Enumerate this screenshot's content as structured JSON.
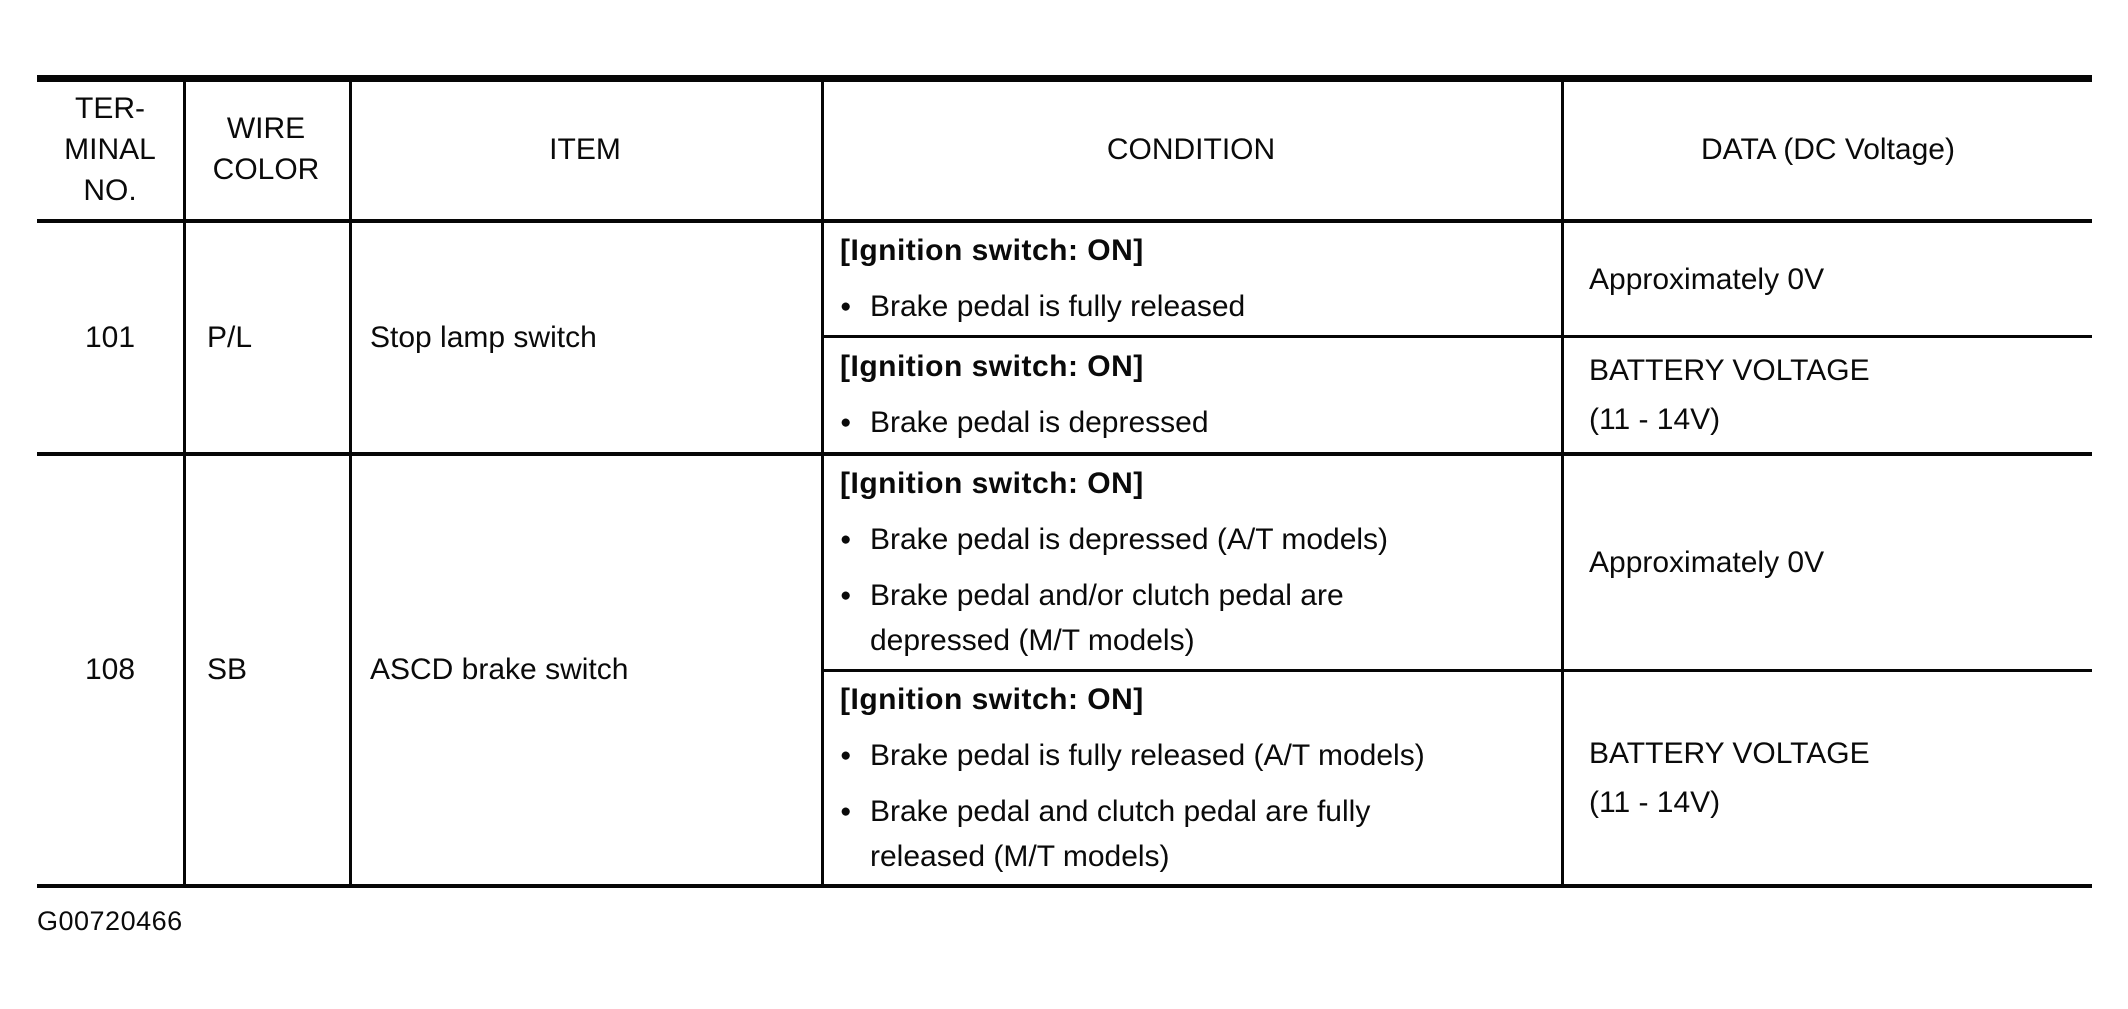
{
  "colors": {
    "ink": "#0a0a0a",
    "paper": "#ffffff"
  },
  "bullet_glyph": "●",
  "figure_id": "G00720466",
  "table": {
    "header": {
      "terminal_lines": [
        "TER-",
        "MINAL",
        "NO."
      ],
      "wire_lines": [
        "WIRE",
        "COLOR"
      ],
      "item": "ITEM",
      "condition": "CONDITION",
      "data": "DATA (DC Voltage)"
    },
    "rows": [
      {
        "terminal": "101",
        "wire_color": "P/L",
        "item": "Stop lamp switch",
        "sub_rows": [
          {
            "condition_header": "[Ignition switch: ON]",
            "bullets": [
              {
                "lines": [
                  "Brake pedal is fully released"
                ]
              }
            ],
            "data_lines": [
              "Approximately 0V"
            ]
          },
          {
            "condition_header": "[Ignition switch: ON]",
            "bullets": [
              {
                "lines": [
                  "Brake pedal is depressed"
                ]
              }
            ],
            "data_lines": [
              "BATTERY VOLTAGE",
              "(11 - 14V)"
            ]
          }
        ]
      },
      {
        "terminal": "108",
        "wire_color": "SB",
        "item": "ASCD brake switch",
        "sub_rows": [
          {
            "condition_header": "[Ignition switch: ON]",
            "bullets": [
              {
                "lines": [
                  "Brake pedal is depressed (A/T models)"
                ]
              },
              {
                "lines": [
                  "Brake pedal and/or clutch pedal are",
                  "depressed (M/T models)"
                ]
              }
            ],
            "data_lines": [
              "Approximately 0V"
            ]
          },
          {
            "condition_header": "[Ignition switch: ON]",
            "bullets": [
              {
                "lines": [
                  "Brake pedal is fully released (A/T models)"
                ]
              },
              {
                "lines": [
                  "Brake pedal and clutch pedal are fully",
                  "released (M/T models)"
                ]
              }
            ],
            "data_lines": [
              "BATTERY VOLTAGE",
              "(11 - 14V)"
            ]
          }
        ]
      }
    ]
  }
}
